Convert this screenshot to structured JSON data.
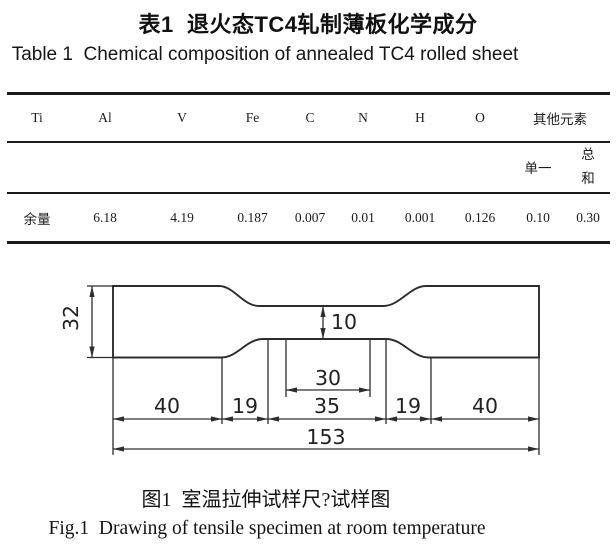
{
  "table_section": {
    "title_zh": "表1  退火态TC4轧制薄板化学成分",
    "title_en": "Table 1  Chemical composition of annealed TC4 rolled sheet",
    "columns": [
      "Ti",
      "Al",
      "V",
      "Fe",
      "C",
      "N",
      "H",
      "O"
    ],
    "other_elements_header": "其他元素",
    "sub_single": "单一",
    "sub_total": "总和",
    "row": {
      "ti": "余量",
      "al": "6.18",
      "v": "4.19",
      "fe": "0.187",
      "c": "0.007",
      "n": "0.01",
      "h": "0.001",
      "o": "0.126",
      "single": "0.10",
      "total": "0.30"
    }
  },
  "figure_section": {
    "dims": {
      "grip_height": "32",
      "gauge_width": "10",
      "gauge_length": "30",
      "seg_40_left": "40",
      "seg_19_left": "19",
      "seg_35": "35",
      "seg_19_right": "19",
      "seg_40_right": "40",
      "total_length": "153"
    },
    "caption_zh": "图1  室温拉伸试样尺?试样图",
    "caption_en": "Fig.1  Drawing of tensile specimen at room temperature"
  },
  "colors": {
    "ink": "#1a1a1a",
    "drawing_line": "#2d2d2d"
  }
}
